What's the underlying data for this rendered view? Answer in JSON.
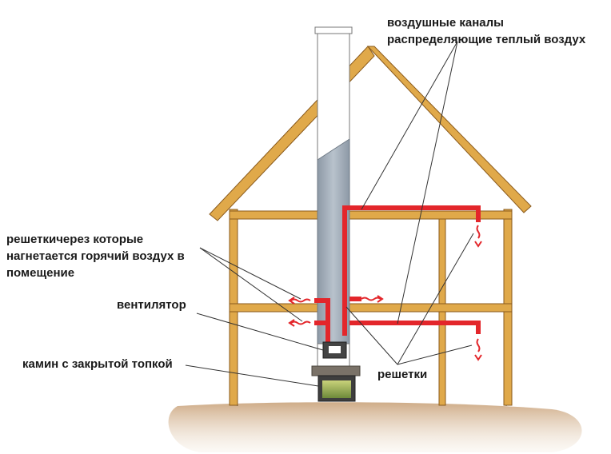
{
  "labels": {
    "air_ducts": {
      "line1": "воздушные каналы",
      "line2": "распределяющие теплый воздух"
    },
    "grilles_inlet": {
      "line1": "решеткичерез которые",
      "line2": "нагнетается горячий воздух в",
      "line3": "помещение"
    },
    "fan": "вентилятор",
    "fireplace": "камин с закрытой топкой",
    "grilles": "решетки"
  },
  "colors": {
    "duct": "#e3262b",
    "timber": "#e0a94a",
    "timber_edge": "#8a5a1c",
    "chimney_glass": "#9eaab6",
    "ground": "#c8a47a",
    "leader": "#333333"
  },
  "icons": {
    "warm_air_arrow": "wavy-red-arrow",
    "fan": "fan-box",
    "fireplace": "fireplace-firebox"
  }
}
